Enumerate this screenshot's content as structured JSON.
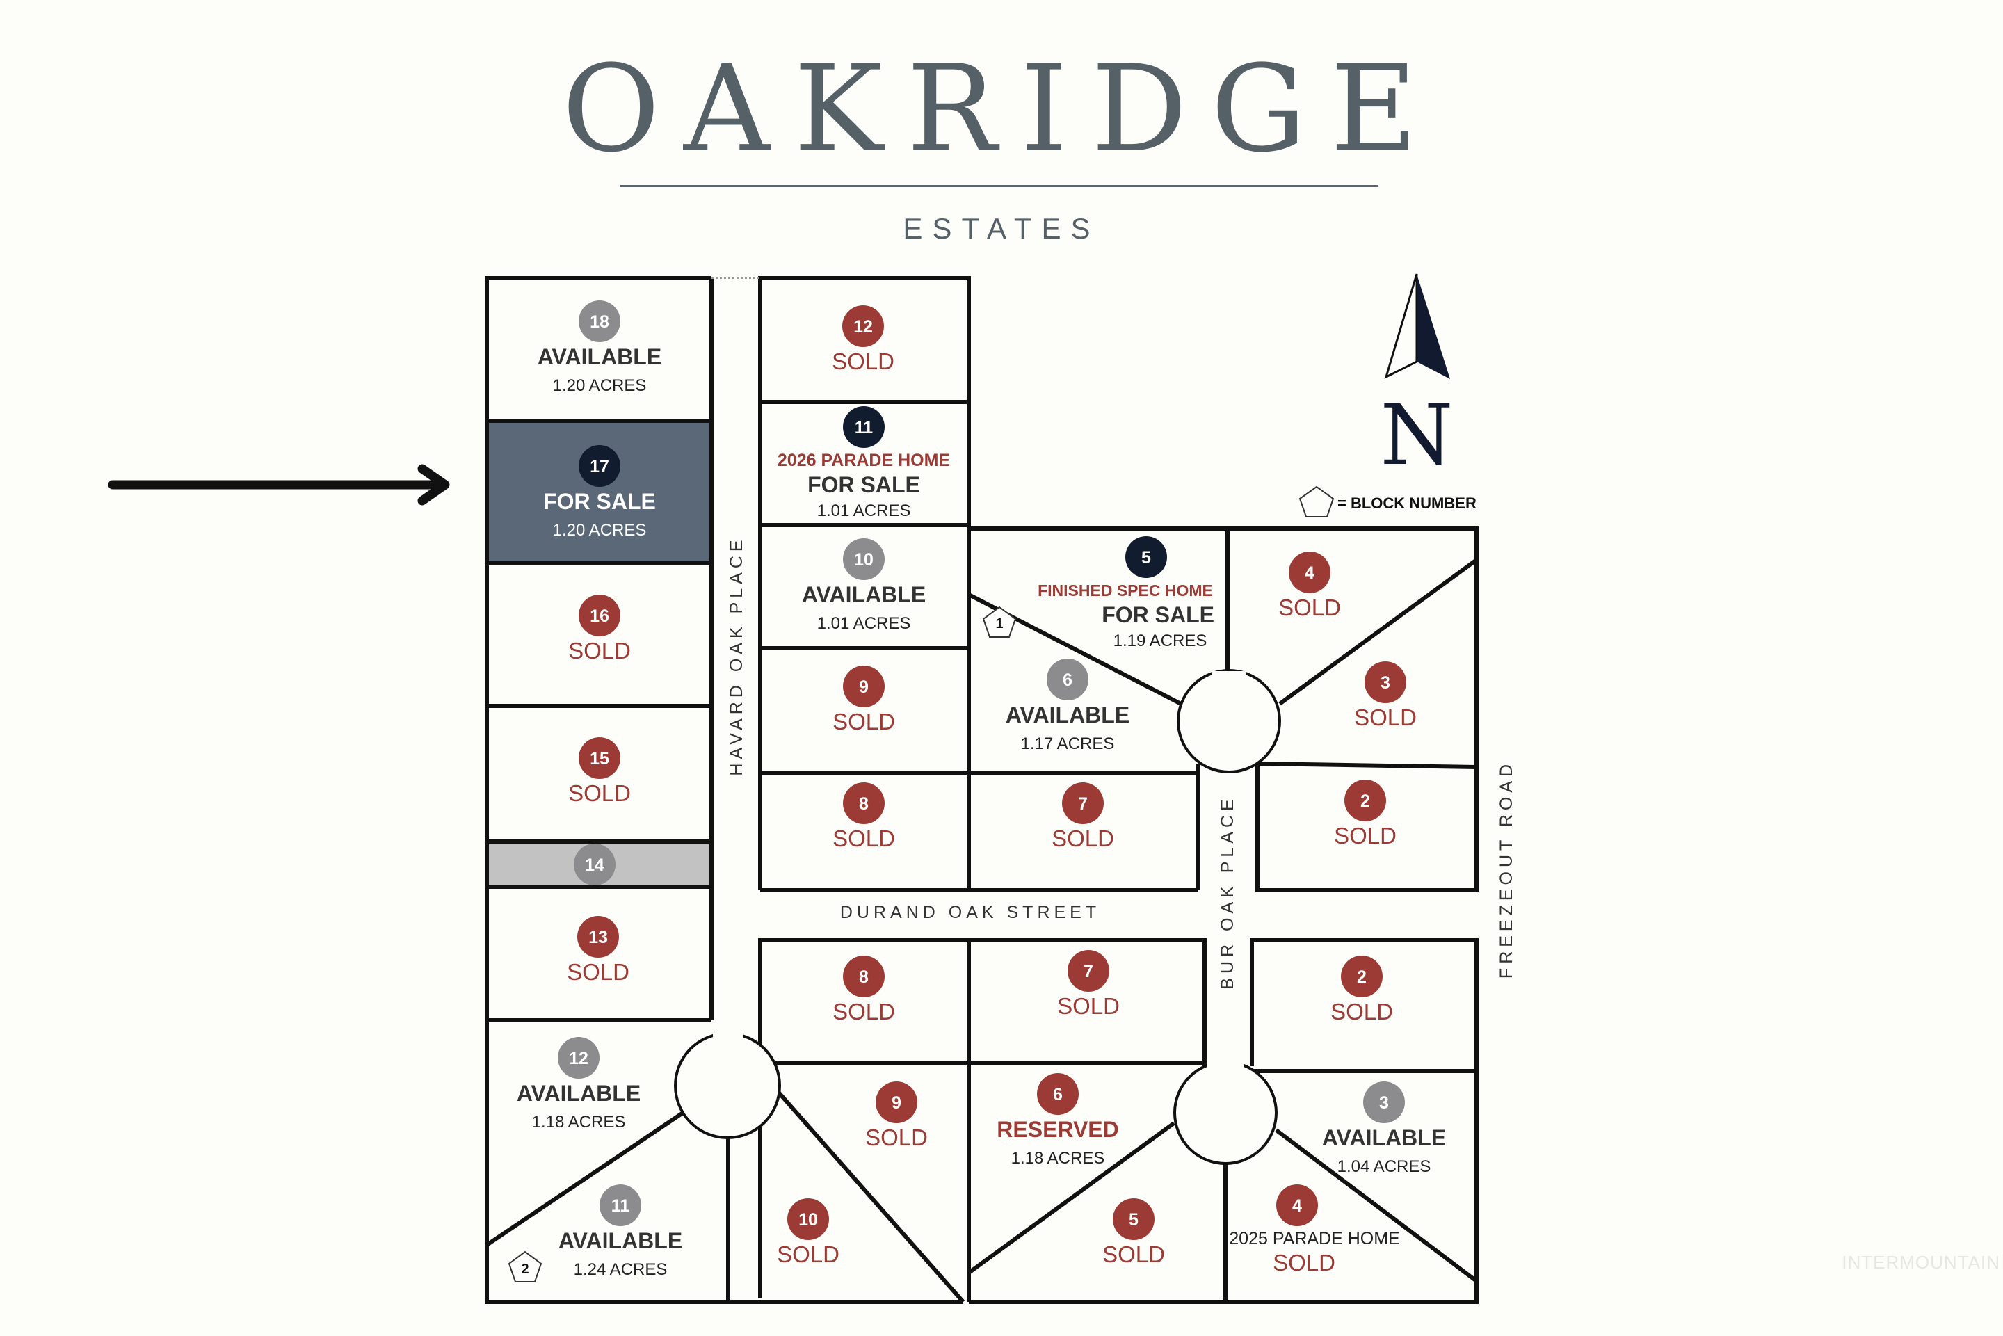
{
  "brand": {
    "title": "OAKRIDGE",
    "subtitle": "ESTATES"
  },
  "colors": {
    "sold": "#9c3b35",
    "available": "#8c8c8e",
    "listed": "#111c2e",
    "highlight": "#5a6878",
    "common": "#c2c2c2",
    "line": "#111111"
  },
  "streets": {
    "havard": "HAVARD OAK PLACE",
    "durand": "DURAND OAK STREET",
    "bur": "BUR OAK PLACE",
    "freezeout": "FREEZEOUT ROAD"
  },
  "legend": {
    "block_icon": "pentagon-icon",
    "label": "= BLOCK NUMBER"
  },
  "compass": {
    "letter": "N",
    "icon": "north-arrow-icon"
  },
  "blocks": [
    {
      "number": "1"
    },
    {
      "number": "2"
    }
  ],
  "lots": [
    {
      "id": "b2-18",
      "number": "18",
      "status": "AVAILABLE",
      "acres": "1.20 ACRES",
      "badge": "available"
    },
    {
      "id": "b2-17",
      "number": "17",
      "status": "FOR SALE",
      "acres": "1.20 ACRES",
      "badge": "listed",
      "highlighted": true
    },
    {
      "id": "b2-16",
      "number": "16",
      "status": "SOLD",
      "badge": "sold"
    },
    {
      "id": "b2-15",
      "number": "15",
      "status": "SOLD",
      "badge": "sold"
    },
    {
      "id": "b2-14",
      "number": "14",
      "badge": "available",
      "common": true
    },
    {
      "id": "b2-13",
      "number": "13",
      "status": "SOLD",
      "badge": "sold"
    },
    {
      "id": "b2-12",
      "number": "12",
      "status": "AVAILABLE",
      "acres": "1.18 ACRES",
      "badge": "available"
    },
    {
      "id": "b2-11",
      "number": "11",
      "status": "AVAILABLE",
      "acres": "1.24 ACRES",
      "badge": "available"
    },
    {
      "id": "b1-12",
      "number": "12",
      "status": "SOLD",
      "badge": "sold"
    },
    {
      "id": "b1-11",
      "number": "11",
      "tag": "2026 PARADE HOME",
      "status": "FOR SALE",
      "acres": "1.01 ACRES",
      "badge": "listed"
    },
    {
      "id": "b1-10",
      "number": "10",
      "status": "AVAILABLE",
      "acres": "1.01 ACRES",
      "badge": "available"
    },
    {
      "id": "b1-9",
      "number": "9",
      "status": "SOLD",
      "badge": "sold"
    },
    {
      "id": "b1-8",
      "number": "8",
      "status": "SOLD",
      "badge": "sold"
    },
    {
      "id": "b1-7",
      "number": "7",
      "status": "SOLD",
      "badge": "sold"
    },
    {
      "id": "b1-6",
      "number": "6",
      "status": "AVAILABLE",
      "acres": "1.17 ACRES",
      "badge": "available"
    },
    {
      "id": "b1-5",
      "number": "5",
      "tag": "FINISHED SPEC HOME",
      "status": "FOR SALE",
      "acres": "1.19 ACRES",
      "badge": "listed"
    },
    {
      "id": "b1-4",
      "number": "4",
      "status": "SOLD",
      "badge": "sold"
    },
    {
      "id": "b1-3",
      "number": "3",
      "status": "SOLD",
      "badge": "sold"
    },
    {
      "id": "b1-2",
      "number": "2",
      "status": "SOLD",
      "badge": "sold"
    },
    {
      "id": "b2-8",
      "number": "8",
      "status": "SOLD",
      "badge": "sold"
    },
    {
      "id": "b2-7",
      "number": "7",
      "status": "SOLD",
      "badge": "sold"
    },
    {
      "id": "b2-9",
      "number": "9",
      "status": "SOLD",
      "badge": "sold"
    },
    {
      "id": "b2-10",
      "number": "10",
      "status": "SOLD",
      "badge": "sold"
    },
    {
      "id": "b2-6",
      "number": "6",
      "status": "RESERVED",
      "acres": "1.18 ACRES",
      "badge": "sold"
    },
    {
      "id": "b2-5",
      "number": "5",
      "status": "SOLD",
      "badge": "sold"
    },
    {
      "id": "b2-2",
      "number": "2",
      "status": "SOLD",
      "badge": "sold"
    },
    {
      "id": "b2-3",
      "number": "3",
      "status": "AVAILABLE",
      "acres": "1.04 ACRES",
      "badge": "available"
    },
    {
      "id": "b2-4",
      "number": "4",
      "tag": "2025 PARADE HOME",
      "status": "SOLD",
      "badge": "sold"
    }
  ],
  "watermark": "INTERMOUNTAIN"
}
